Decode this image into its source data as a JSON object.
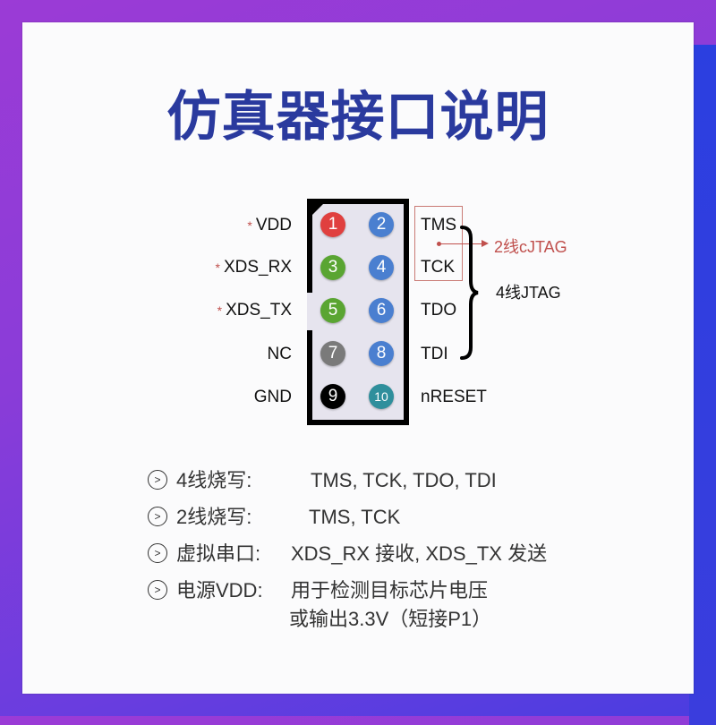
{
  "title": "仿真器接口说明",
  "colors": {
    "title": "#2a3a9e",
    "annotation_red": "#c0504d",
    "pin1": "#e0403f",
    "pin_blue": "#4a7fd0",
    "pin_green": "#5aa532",
    "pin_gray": "#7a7a7a",
    "pin_black": "#000000",
    "pin_teal": "#2f8f9c"
  },
  "connector": {
    "left_labels": [
      {
        "pin": 1,
        "label": "VDD",
        "starred": true
      },
      {
        "pin": 3,
        "label": "XDS_RX",
        "starred": true
      },
      {
        "pin": 5,
        "label": "XDS_TX",
        "starred": true
      },
      {
        "pin": 7,
        "label": "NC",
        "starred": false
      },
      {
        "pin": 9,
        "label": "GND",
        "starred": false
      }
    ],
    "right_labels": [
      {
        "pin": 2,
        "label": "TMS"
      },
      {
        "pin": 4,
        "label": "TCK"
      },
      {
        "pin": 6,
        "label": "TDO"
      },
      {
        "pin": 8,
        "label": "TDI"
      },
      {
        "pin": 10,
        "label": "nRESET"
      }
    ],
    "pins": [
      "1",
      "2",
      "3",
      "4",
      "5",
      "6",
      "7",
      "8",
      "9",
      "10"
    ],
    "star": "*"
  },
  "annotations": {
    "cjtag": "2线cJTAG",
    "jtag": "4线JTAG"
  },
  "bullets": [
    {
      "key": "4线烧写:",
      "value": "TMS, TCK, TDO, TDI"
    },
    {
      "key": "2线烧写:",
      "value": "TMS, TCK"
    },
    {
      "key": "虚拟串口:",
      "value": "XDS_RX 接收, XDS_TX 发送"
    },
    {
      "key": "电源VDD:",
      "value": "用于检测目标芯片电压",
      "value2": "或输出3.3V（短接P1）"
    }
  ],
  "bullet_icon": "⪢"
}
